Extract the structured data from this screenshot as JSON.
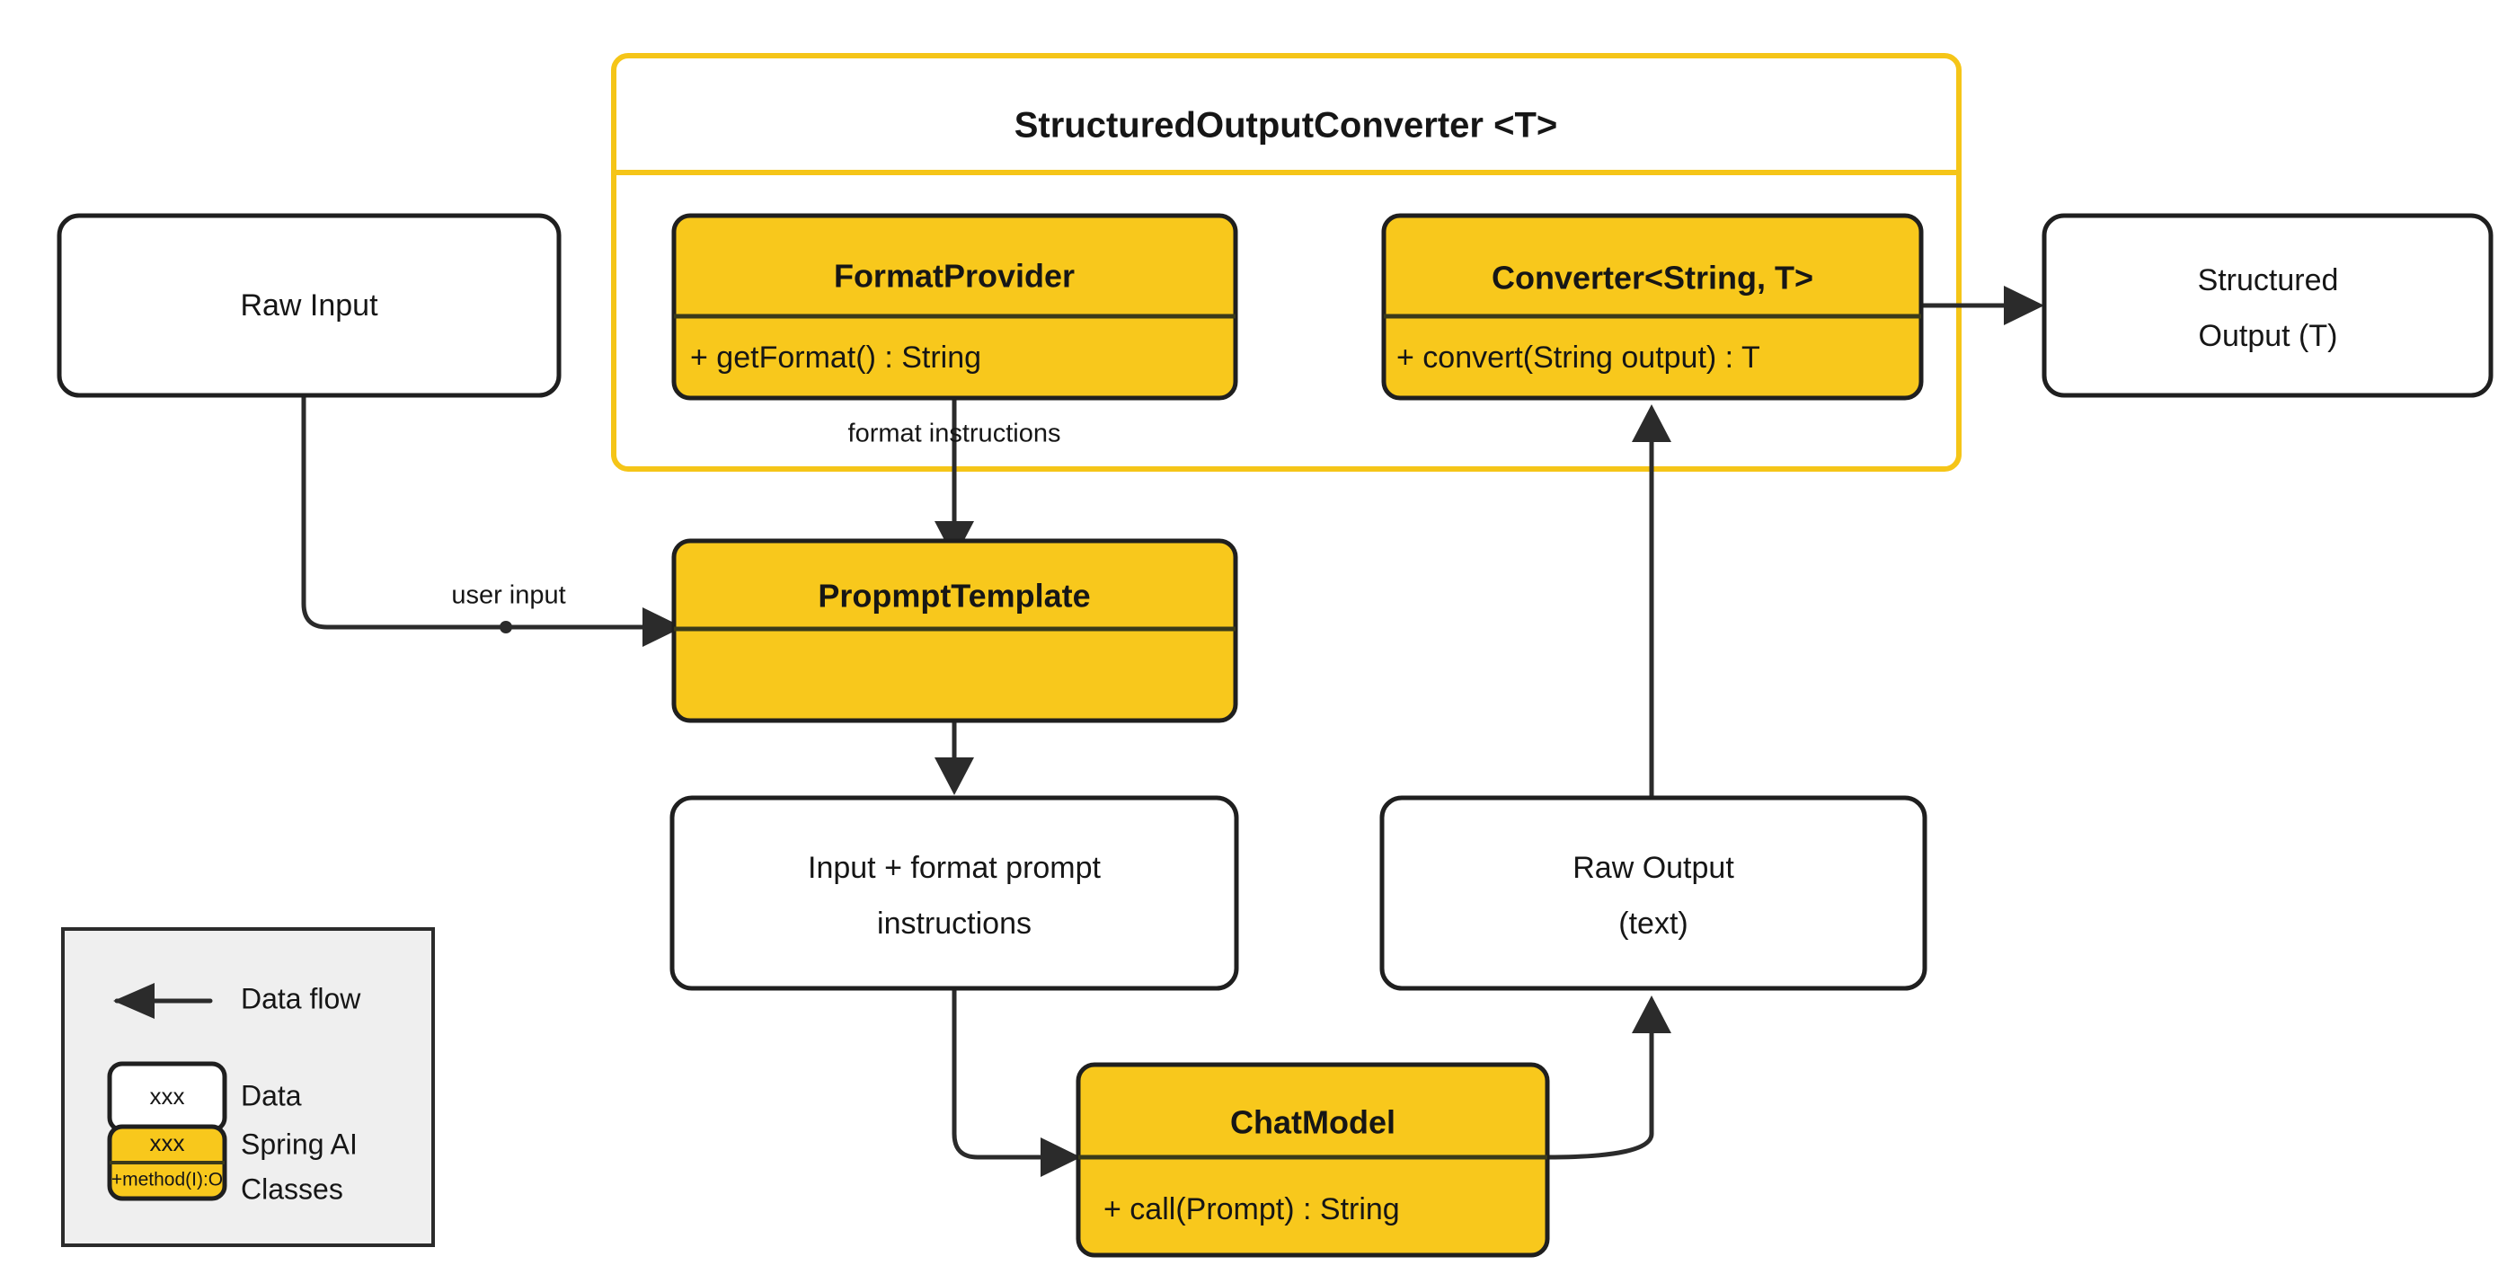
{
  "diagram": {
    "title": "StructuredOutputConverter <T>",
    "colors": {
      "spring_yellow": "#f8c81c",
      "container_border": "#f5c518",
      "line_dark": "#2b2b2b",
      "data_fill": "#ffffff",
      "legend_panel": "#efefef"
    }
  },
  "container": {
    "name": "StructuredOutputConverter <T>"
  },
  "classes": {
    "format_provider": {
      "title": "FormatProvider",
      "method": "+ getFormat() : String"
    },
    "converter": {
      "title": "Converter<String, T>",
      "method": "+ convert(String output) : T"
    },
    "prompt_template": {
      "title": "PropmptTemplate",
      "method": ""
    },
    "chat_model": {
      "title": "ChatModel",
      "method": "+ call(Prompt) : String"
    }
  },
  "data_nodes": {
    "raw_input": {
      "line1": "Raw Input",
      "line2": ""
    },
    "structured_output": {
      "line1": "Structured",
      "line2": "Output (T)"
    },
    "input_plus_format": {
      "line1": "Input + format prompt",
      "line2": "instructions"
    },
    "raw_output": {
      "line1": "Raw Output",
      "line2": "(text)"
    }
  },
  "edge_labels": {
    "format_instructions": "format instructions",
    "user_input": "user input"
  },
  "legend": {
    "rows": [
      {
        "key": "data-flow",
        "label": "Data flow",
        "icon": "left-arrow-icon"
      },
      {
        "key": "data",
        "label": "Data",
        "sample": "xxx"
      },
      {
        "key": "spring-ai-classes",
        "label_line1": "Spring AI",
        "label_line2": "Classes",
        "sample_title": "xxx",
        "sample_method": "+method(I):O"
      }
    ]
  }
}
